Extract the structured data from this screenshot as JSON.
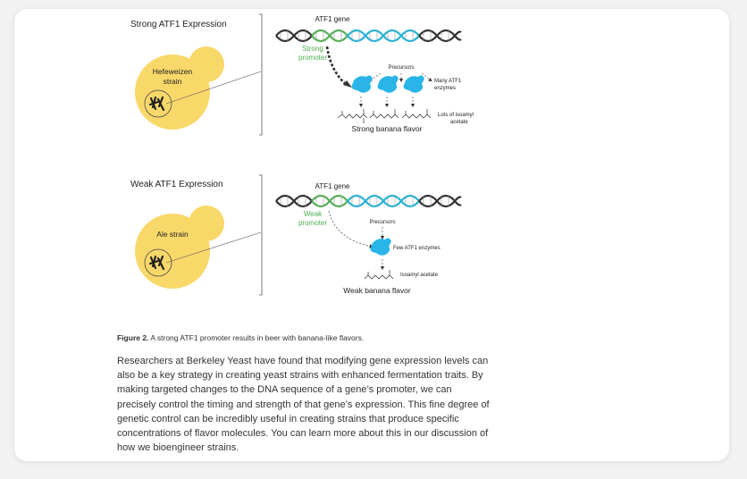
{
  "figure": {
    "top_panel": {
      "title": "Strong ATF1 Expression",
      "strain_line1": "Hefeweizen",
      "strain_line2": "strain",
      "gene_label": "ATF1 gene",
      "promoter_line1": "Strong",
      "promoter_line2": "promoter",
      "precursors_label": "Precursors",
      "enzymes_line1": "Many ATF1",
      "enzymes_line2": "enzymes",
      "product_line1": "Lots of isoamyl",
      "product_line2": "acetate",
      "flavor": "Strong banana flavor"
    },
    "bottom_panel": {
      "title": "Weak ATF1 Expression",
      "strain_line1": "Ale strain",
      "gene_label": "ATF1 gene",
      "promoter_line1": "Weak",
      "promoter_line2": "promoter",
      "precursors_label": "Precursors",
      "enzymes_label": "Few ATF1 enzymes",
      "product_label": "Isoamyl acetate",
      "flavor": "Weak banana flavor"
    },
    "colors": {
      "yeast": "#f9d86a",
      "dna_dark": "#333333",
      "dna_green": "#58b05a",
      "dna_blue": "#2ab3d6",
      "enzyme": "#29b5e8",
      "promoter_text": "#4caf50"
    }
  },
  "caption": {
    "label": "Figure 2.",
    "text": " A strong ATF1 promoter results in beer with banana-like flavors."
  },
  "paragraph": "Researchers at Berkeley Yeast have found that modifying gene expression levels can also be a key strategy in creating yeast strains with enhanced fermentation traits. By making targeted changes to the DNA sequence of a gene’s promoter, we can precisely control the timing and strength of that gene’s expression. This fine degree of genetic control can be incredibly useful in creating strains that produce specific concentrations of flavor molecules. You can learn more about this in our discussion of how we bioengineer strains."
}
